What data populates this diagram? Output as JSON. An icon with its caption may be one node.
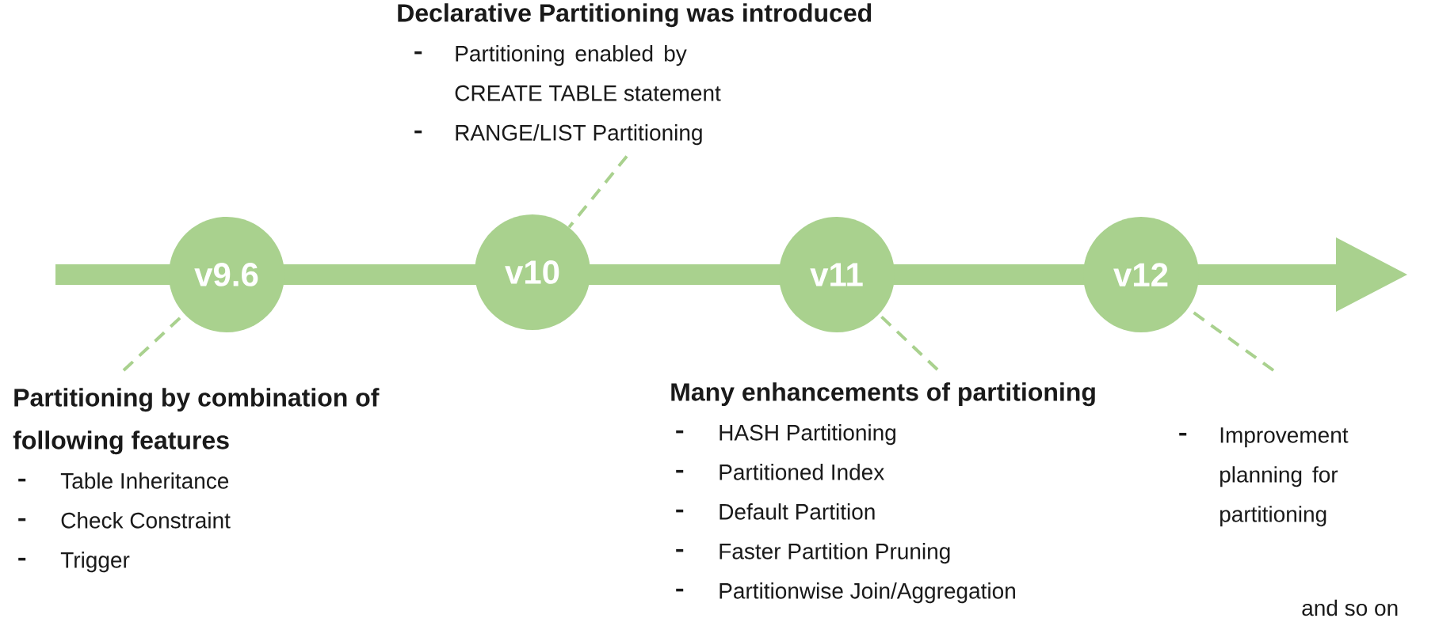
{
  "diagram": {
    "nodes": [
      {
        "text": [
          "v9.6"
        ]
      },
      {
        "text": [
          "v10"
        ]
      },
      {
        "text": [
          "v11"
        ]
      },
      {
        "text": [
          "v12"
        ]
      },
      {
        "text": [
          "Partitioning by combination of following features",
          "Table Inheritance",
          "Check Constraint",
          "Trigger"
        ]
      },
      {
        "text": [
          "Declarative Partitioning was introduced",
          "Partitioning enabled by CREATE TABLE statement",
          "RANGE/LIST Partitioning"
        ]
      },
      {
        "text": [
          "Many enhancements of partitioning",
          "HASH Partitioning",
          "Partitioned Index",
          "Default Partition",
          "Faster Partition Pruning",
          "Partitionwise Join/Aggregation"
        ]
      },
      {
        "text": [
          "Improvement planning for partitioning"
        ]
      }
    ],
    "edges": [
      {
        "from": 4,
        "to": 0,
        "arrow": "none",
        "style": "dashed"
      },
      {
        "from": 5,
        "to": 1,
        "arrow": "none",
        "style": "dashed"
      },
      {
        "from": 6,
        "to": 2,
        "arrow": "none",
        "style": "dashed"
      },
      {
        "from": 7,
        "to": 3,
        "arrow": "none",
        "style": "dashed"
      }
    ],
    "labels": [
      "and so on"
    ]
  }
}
